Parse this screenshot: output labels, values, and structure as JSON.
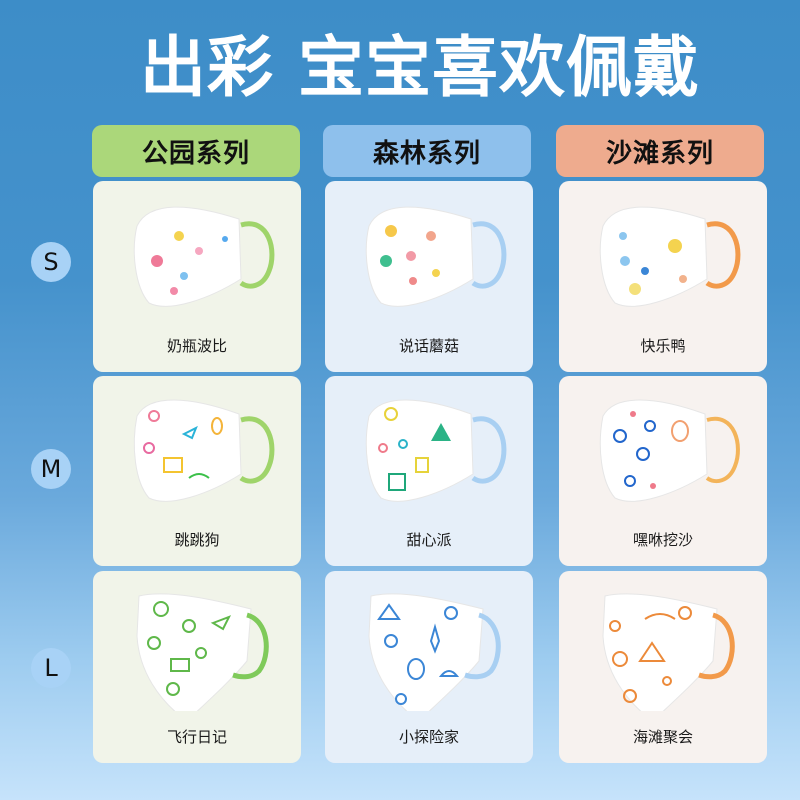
{
  "title": "出彩 宝宝喜欢佩戴",
  "series": [
    {
      "label": "公园系列",
      "color": "#abd77a",
      "strap": "#9fd46a",
      "print": "#6fc04f"
    },
    {
      "label": "森林系列",
      "color": "#8ec0ec",
      "strap": "#a8cff2",
      "print": "#3b86d6"
    },
    {
      "label": "沙滩系列",
      "color": "#eeab8e",
      "strap": "#f29a4a",
      "print": "#ec8a3a"
    }
  ],
  "sizes": [
    "S",
    "M",
    "L"
  ],
  "products": [
    [
      "奶瓶波比",
      "说话蘑菇",
      "快乐鸭"
    ],
    [
      "跳跳狗",
      "甜心派",
      "嘿咻挖沙"
    ],
    [
      "飞行日记",
      "小探险家",
      "海滩聚会"
    ]
  ],
  "colors": {
    "background_top": "#3d8dc8",
    "background_bottom": "#c6e3fb",
    "size_badge": "#a8d2f6",
    "title": "#ffffff"
  }
}
